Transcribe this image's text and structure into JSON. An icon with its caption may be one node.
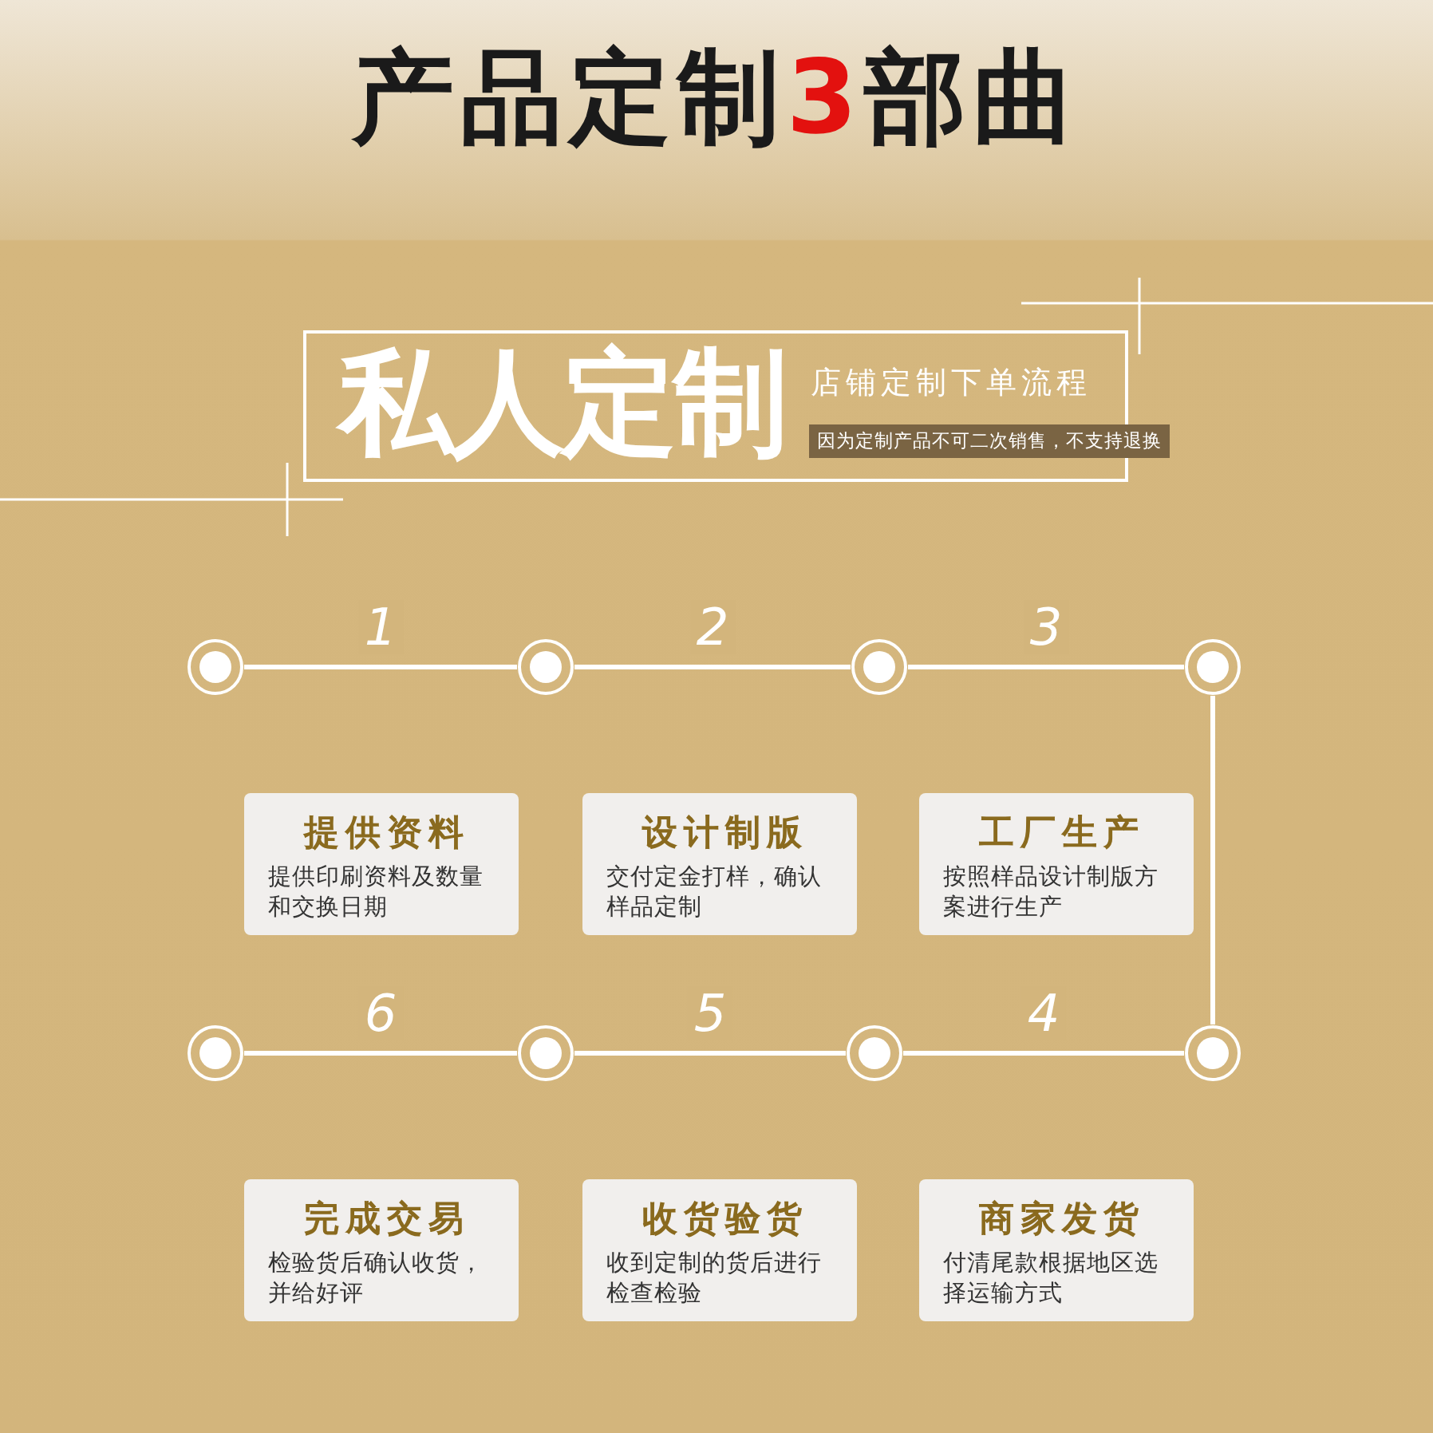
{
  "diagram": {
    "title": "产品定制3部曲",
    "nodes": [
      {
        "text": [
          "私人定制",
          "店铺定制下单流程"
        ]
      },
      {
        "text": [
          "因为定制产品不可二次销售，不支持退换"
        ],
        "in": 0
      },
      {
        "text": [],
        "shape": "circle"
      },
      {
        "text": [],
        "shape": "circle"
      },
      {
        "text": [],
        "shape": "circle"
      },
      {
        "text": [],
        "shape": "circle"
      },
      {
        "text": [],
        "shape": "circle"
      },
      {
        "text": [],
        "shape": "circle"
      },
      {
        "text": [],
        "shape": "circle"
      },
      {
        "text": [],
        "shape": "circle"
      },
      {
        "text": [
          "提供资料",
          "提供印刷资料及数量和交换日期"
        ]
      },
      {
        "text": [
          "设计制版",
          "交付定金打样，确认样品定制"
        ]
      },
      {
        "text": [
          "工厂生产",
          "按照样品设计制版方案进行生产"
        ]
      },
      {
        "text": [
          "完成交易",
          "检验货后确认收货，并给好评"
        ]
      },
      {
        "text": [
          "收货验货",
          "收到定制的货后进行检查检验"
        ]
      },
      {
        "text": [
          "商家发货",
          "付清尾款根据地区选择运输方式"
        ]
      }
    ],
    "edges": [
      {
        "from": 2,
        "to": 3,
        "arrow": "none",
        "label": "1"
      },
      {
        "from": 3,
        "to": 4,
        "arrow": "none",
        "label": "2"
      },
      {
        "from": 4,
        "to": 5,
        "arrow": "none",
        "label": "3"
      },
      {
        "from": 5,
        "to": 9,
        "arrow": "none"
      },
      {
        "from": 9,
        "to": 8,
        "arrow": "none",
        "label": "4"
      },
      {
        "from": 8,
        "to": 7,
        "arrow": "none",
        "label": "5"
      },
      {
        "from": 7,
        "to": 6,
        "arrow": "none",
        "label": "6"
      }
    ]
  }
}
